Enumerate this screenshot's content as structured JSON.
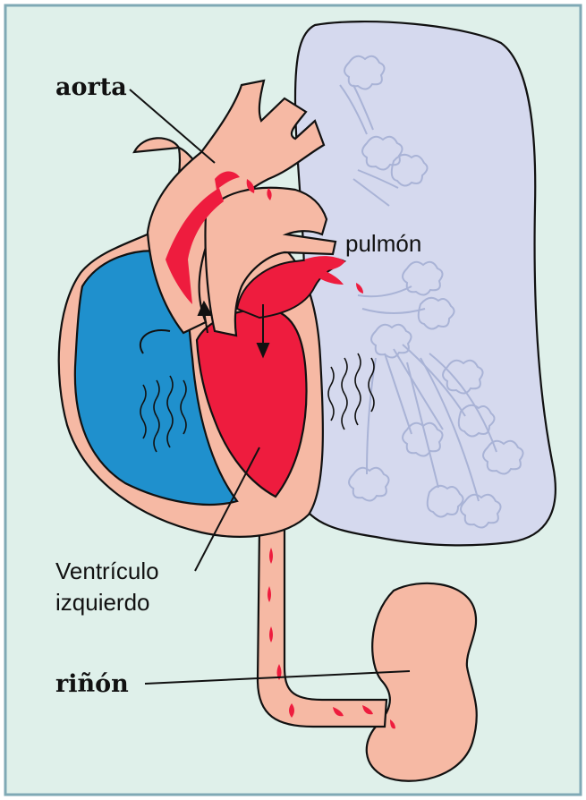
{
  "labels": {
    "aorta": "aorta",
    "lung": "pulmón",
    "ventricle_line1": "Ventrículo",
    "ventricle_line2": "izquierdo",
    "kidney": "riñón"
  },
  "colors": {
    "background": "#dff0ea",
    "border": "#7fa9b5",
    "lung": "#d5d9ee",
    "heart_tissue": "#f6b9a4",
    "right_chamber": "#1f90cd",
    "blood": "#ee1c3e",
    "outline": "#111111"
  }
}
